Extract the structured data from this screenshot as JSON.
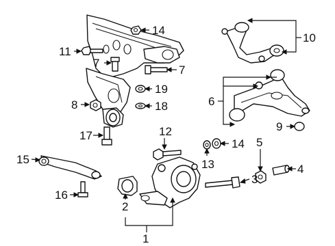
{
  "diagram": {
    "callouts": [
      {
        "id": "c1",
        "label": "1",
        "part": "rear-knuckle"
      },
      {
        "id": "c2",
        "label": "2",
        "part": "knuckle-bushing"
      },
      {
        "id": "c3",
        "label": "3",
        "part": "long-bolt"
      },
      {
        "id": "c4",
        "label": "4",
        "part": "spacer-sleeve"
      },
      {
        "id": "c5",
        "label": "5",
        "part": "flange-nut"
      },
      {
        "id": "c6",
        "label": "6",
        "part": "lower-control-arm"
      },
      {
        "id": "c7a",
        "label": "7",
        "part": "crossmember-bolt-left"
      },
      {
        "id": "c7b",
        "label": "7",
        "part": "crossmember-bolt-right"
      },
      {
        "id": "c8",
        "label": "8",
        "part": "crossmember-nut"
      },
      {
        "id": "c9",
        "label": "9",
        "part": "cap"
      },
      {
        "id": "c10",
        "label": "10",
        "part": "upper-control-arm"
      },
      {
        "id": "c11",
        "label": "11",
        "part": "hex-bolt"
      },
      {
        "id": "c12",
        "label": "12",
        "part": "knuckle-bolt"
      },
      {
        "id": "c13",
        "label": "13",
        "part": "washer"
      },
      {
        "id": "c14a",
        "label": "14",
        "part": "nut-top"
      },
      {
        "id": "c14b",
        "label": "14",
        "part": "nut-knuckle"
      },
      {
        "id": "c15",
        "label": "15",
        "part": "trailing-arm"
      },
      {
        "id": "c16",
        "label": "16",
        "part": "arm-bolt"
      },
      {
        "id": "c17",
        "label": "17",
        "part": "mount-bolt"
      },
      {
        "id": "c18",
        "label": "18",
        "part": "lower-washer"
      },
      {
        "id": "c19",
        "label": "19",
        "part": "upper-washer"
      }
    ]
  }
}
